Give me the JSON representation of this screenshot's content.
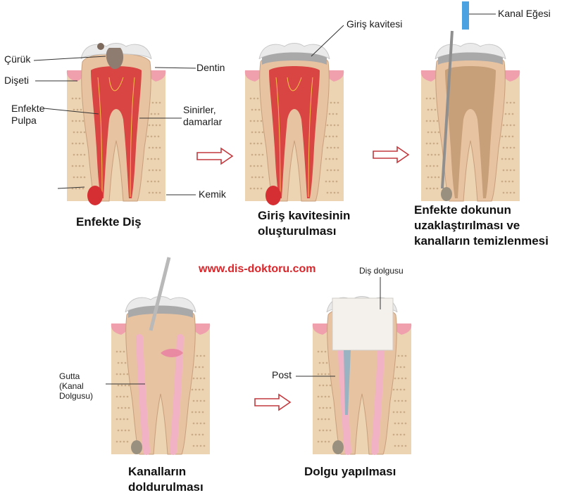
{
  "watermark": "www.dis-doktoru.com",
  "colors": {
    "gum": "#efa0ac",
    "bone": "#ecd3b2",
    "dentin": "#e8c3a2",
    "enamel": "#eaeaea",
    "infection": "#d62f33",
    "gutta": "#f2b2c6",
    "crown_fill": "#f4f1ec",
    "arrow": "#c2393e",
    "url": "#d9262b"
  },
  "stages": [
    {
      "caption_lines": [
        "Enfekte Diş"
      ]
    },
    {
      "caption_lines": [
        "Giriş kavitesinin",
        "oluşturulması"
      ]
    },
    {
      "caption_lines": [
        "Enfekte dokunun",
        "uzaklaştırılması ve",
        "kanalların temizlenmesi"
      ]
    },
    {
      "caption_lines": [
        "Kanalların",
        "doldurulması"
      ]
    },
    {
      "caption_lines": [
        "Dolgu yapılması"
      ]
    }
  ],
  "labels": {
    "curuk": "Çürük",
    "diseti": "Dişeti",
    "enfekte_pulpa": [
      "Enfekte",
      "Pulpa"
    ],
    "dentin": "Dentin",
    "sinirler": [
      "Sinirler,",
      "damarlar"
    ],
    "kemik": "Kemik",
    "giris_kavitesi": "Giriş kavitesi",
    "kanal_egesi": "Kanal Eğesi",
    "gutta": [
      "Gutta",
      "(Kanal",
      "Dolgusu)"
    ],
    "post": "Post",
    "dis_dolgusu": "Diş dolgusu"
  }
}
